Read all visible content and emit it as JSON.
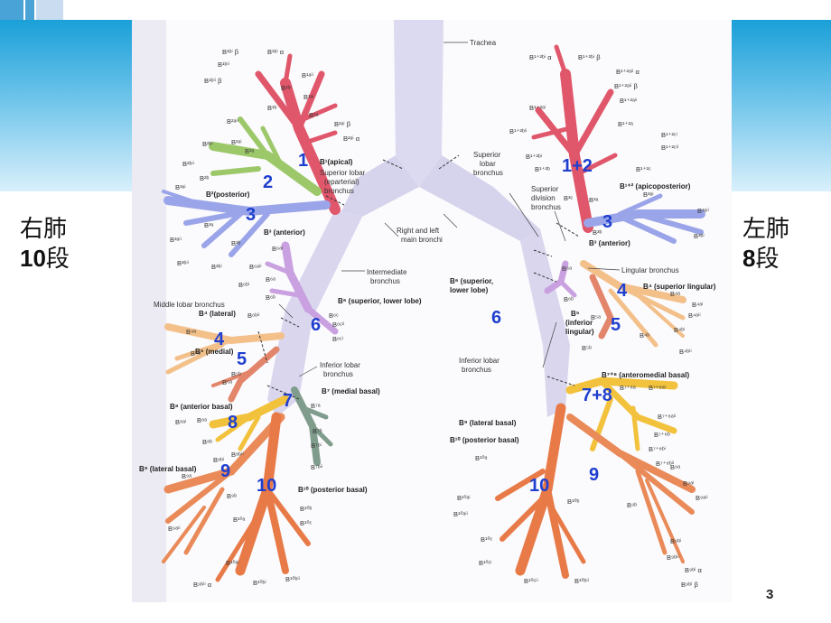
{
  "slide": {
    "left_label": {
      "line1": "右肺",
      "line2_num": "10",
      "line2_unit": "段"
    },
    "right_label": {
      "line1": "左肺",
      "line2_num": "8",
      "line2_unit": "段"
    },
    "page_number": "3"
  },
  "colors": {
    "upper_apical": "#e0566a",
    "posterior": "#9cc86a",
    "anterior": "#9aa4e8",
    "superior": "#c9a0e0",
    "middle_lateral": "#f3c08a",
    "medial": "#e2856a",
    "medial_basal": "#7f9c8c",
    "anterior_basal": "#f2c23c",
    "basal": "#e98a58",
    "trunk": "#cfcde8",
    "number": "#1f3fcf",
    "band": "#1aa0d8"
  },
  "diagram": {
    "segment_numbers": {
      "r1": "1",
      "r2": "2",
      "r3": "3",
      "r4": "4",
      "r5": "5",
      "r6": "6",
      "r7": "7",
      "r8": "8",
      "r9": "9",
      "r10": "10",
      "l12": "1+2",
      "l3": "3",
      "l4": "4",
      "l5": "5",
      "l6": "6",
      "l78": "7+8",
      "l9": "9",
      "l10": "10"
    },
    "notes": {
      "trachea": "Trachea",
      "superior_lobar_r": "Superior lobar",
      "eparterial": "(eparterial)",
      "bronchus_r": "bronchus",
      "main_bronchi_1": "Right and left",
      "main_bronchi_2": "main bronchi",
      "intermediate_1": "Intermediate",
      "intermediate_2": "bronchus",
      "middle_lobar": "Middle lobar bronchus",
      "inferior_lobar_r1": "Inferior lobar",
      "inferior_lobar_r2": "bronchus",
      "superior_lobar_l1": "Superior",
      "superior_lobar_l2": "lobar",
      "superior_lobar_l3": "bronchus",
      "superior_div_1": "Superior",
      "superior_div_2": "division",
      "superior_div_3": "bronchus",
      "lingular": "Lingular bronchus",
      "inferior_lobar_l1": "Inferior lobar",
      "inferior_lobar_l2": "bronchus"
    },
    "segment_names": {
      "r_apical": "B¹(apical)",
      "r_posterior": "B²(posterior)",
      "r_anterior": "B³ (anterior)",
      "r_superior_lower": "B⁶ (superior, lower lobe)",
      "r_lateral": "B⁴ (lateral)",
      "r_medial": "B⁵ (medial)",
      "r_medial_basal": "B⁷ (medial basal)",
      "r_anterior_basal": "B⁸ (anterior basal)",
      "r_lateral_basal": "B⁹ (lateral basal)",
      "r_posterior_basal": "B¹⁰ (posterior basal)",
      "l_apicoposterior": "B¹⁺² (apicoposterior)",
      "l_anterior": "B³ (anterior)",
      "l_superior_lingular": "B⁴ (superior lingular)",
      "l_inferior_lingular_1": "B⁵",
      "l_inferior_lingular_2": "(inferior",
      "l_inferior_lingular_3": "lingular)",
      "l_superior_lower_1": "B⁶ (superior,",
      "l_superior_lower_2": "lower lobe)",
      "l_anteromedial_basal": "B⁷⁺⁸ (anteromedial basal)",
      "l_lateral_basal": "B⁹ (lateral basal)",
      "l_posterior_basal": "B¹⁰ (posterior basal)"
    },
    "sub_labels_right": [
      "B¹ᵇⁱ β",
      "B¹ᵇⁱ α",
      "B¹ᵇⁱⁱ",
      "B¹ᵇⁱⁱ β",
      "B¹ᵇⁱ",
      "B¹ᵃⁱⁱ",
      "B¹ᵃⁱ",
      "B¹ᵇ",
      "B¹ᵃ",
      "B²ᵃⁱ β",
      "B²ᵃⁱⁱ",
      "B²ᵃⁱ",
      "B²ᵃⁱ α",
      "B²ᵇⁱ",
      "B²ᵃ",
      "B²ᵇⁱⁱ",
      "B²ᵇ",
      "B³ᵃⁱ",
      "B³ᵃ",
      "B³ᵃⁱⁱ",
      "B³ᵇ",
      "B³ᵇⁱⁱ",
      "B³ᵇⁱ",
      "B⁶ᵃⁱ",
      "B⁶ᵃⁱⁱ",
      "B⁶ᵃ",
      "B⁶ᵇⁱ",
      "B⁶ᵇ",
      "B⁶ᵇⁱⁱ",
      "B⁶ᶜ",
      "B⁶ᶜⁱⁱ",
      "B⁶ᶜⁱ",
      "B⁴ᵃ",
      "B⁴ᵇ",
      "B⁵ᵇ",
      "B⁵ᵃ",
      "B⁷ᵃ",
      "B⁷ᵇ",
      "B⁷ᵇⁱ",
      "B⁷ᵇⁱⁱ",
      "B⁸ᵃ",
      "B⁸ᵃⁱ",
      "B⁸ᵇ",
      "B⁸ᵇⁱⁱ",
      "B⁸ᵇⁱ",
      "B⁹ᵃ",
      "B⁹ᵇ",
      "B⁹ᵃⁱⁱ",
      "B¹⁰ᵃ",
      "B¹⁰ᵇ",
      "B¹⁰ᶜ",
      "B¹⁰ᵃⁱ",
      "B¹⁰ᵇⁱ",
      "B¹⁰ᵇⁱⁱ",
      "B⁹ᵇⁱⁱ α"
    ],
    "sub_labels_left": [
      "B¹⁺²ᵇⁱ α",
      "B¹⁺²ᵇⁱ β",
      "B¹⁺²ᵃⁱⁱ α",
      "B¹⁺²ᵃⁱⁱ β",
      "B¹⁺²ᵃⁱ",
      "B¹⁺²ᵃⁱⁱ",
      "B¹⁺²ᵃ",
      "B¹⁺²ᵇⁱⁱ",
      "B¹⁺²ᶜⁱ",
      "B¹⁺²ᶜⁱⁱ",
      "B¹⁺²ᵇⁱ",
      "B¹⁺²ᵇ",
      "B¹⁺²ᶜ",
      "B³ᶜ",
      "B³ᵃ",
      "B³ᵃⁱ",
      "B³ᵃⁱⁱ",
      "B³ᵇⁱ",
      "B³ᵇ",
      "B⁶ᵃ",
      "B⁶ᵇ",
      "B⁴ᵃ",
      "B⁴ᵃⁱ",
      "B⁴ᵃⁱⁱ",
      "B⁴ᵇⁱ",
      "B⁴ᵇ",
      "B⁴ᵇⁱⁱ",
      "B⁵ᵃ",
      "B⁵ᵇ",
      "B⁷⁺⁸ᵃ",
      "B⁷⁺⁸ᵃⁱ",
      "B⁷⁺⁸ᵃⁱⁱ",
      "B⁷⁺⁸ᵇ",
      "B⁷⁺⁸ᵇⁱ",
      "B⁷⁺⁸ᵇⁱⁱ",
      "B⁹ᵃ",
      "B⁹ᵃⁱ",
      "B⁹ᵃⁱⁱ",
      "B⁹ᵇ",
      "B⁹ᵇⁱ",
      "B⁹ᵇⁱⁱ",
      "B⁹ᵇⁱ α",
      "B⁹ᵇⁱ β",
      "B¹⁰ᵃ",
      "B¹⁰ᵃⁱ",
      "B¹⁰ᵃⁱⁱ",
      "B¹⁰ᵇ",
      "B¹⁰ᶜ",
      "B¹⁰ᶜⁱ",
      "B¹⁰ᶜⁱⁱ",
      "B¹⁰ᵇⁱⁱ"
    ]
  }
}
